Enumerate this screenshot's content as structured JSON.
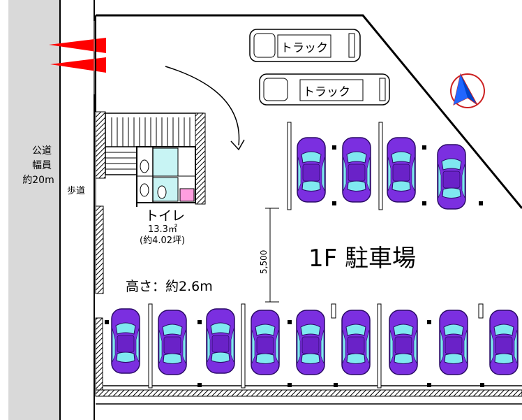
{
  "road": {
    "label_lines": [
      "公道",
      "幅員",
      "約20m"
    ]
  },
  "sidewalk": {
    "label": "歩道"
  },
  "toilet": {
    "name": "トイレ",
    "area": "13.3㎡",
    "area_tsubo": "(約4.02坪)"
  },
  "height": {
    "label": "高さ：約2.6m"
  },
  "dimension": {
    "value": "5,500"
  },
  "parking": {
    "title": "1F 駐車場"
  },
  "trucks": [
    {
      "label": "トラック"
    },
    {
      "label": "トラック"
    }
  ],
  "colors": {
    "road": "#d9d9d9",
    "car_body": "#7b2fe0",
    "car_glass": "#7fe8f0",
    "arrow_red": "#ff0000",
    "compass": "#cc2020",
    "sink": "#ff9ee0",
    "tile": "#c8f4f4"
  }
}
